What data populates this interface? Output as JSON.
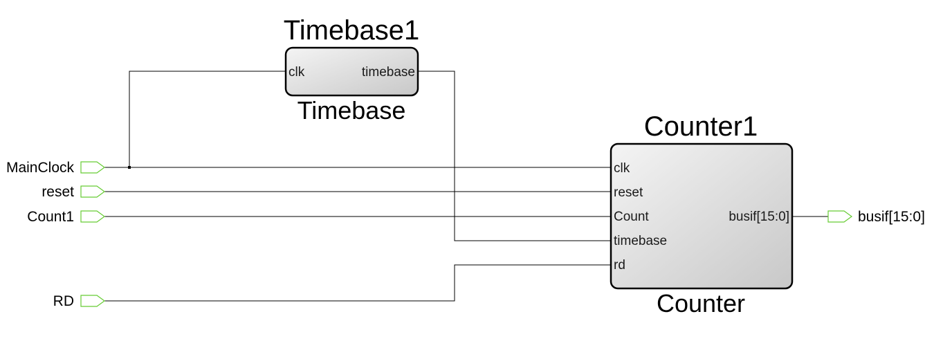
{
  "blocks": {
    "timebase": {
      "instance_name": "Timebase1",
      "type_name": "Timebase",
      "inputs": [
        "clk"
      ],
      "outputs": [
        "timebase"
      ]
    },
    "counter": {
      "instance_name": "Counter1",
      "type_name": "Counter",
      "inputs": [
        "clk",
        "reset",
        "Count",
        "timebase",
        "rd"
      ],
      "outputs": [
        "busif[15:0]"
      ]
    }
  },
  "input_pins": [
    "MainClock",
    "reset",
    "Count1",
    "RD"
  ],
  "output_pins": [
    "busif[15:0]"
  ],
  "colors": {
    "pin_outline": "#66cc33",
    "block_fill_light": "#f4f4f4",
    "block_fill_dark": "#c8c8c8",
    "wire": "#000000"
  }
}
